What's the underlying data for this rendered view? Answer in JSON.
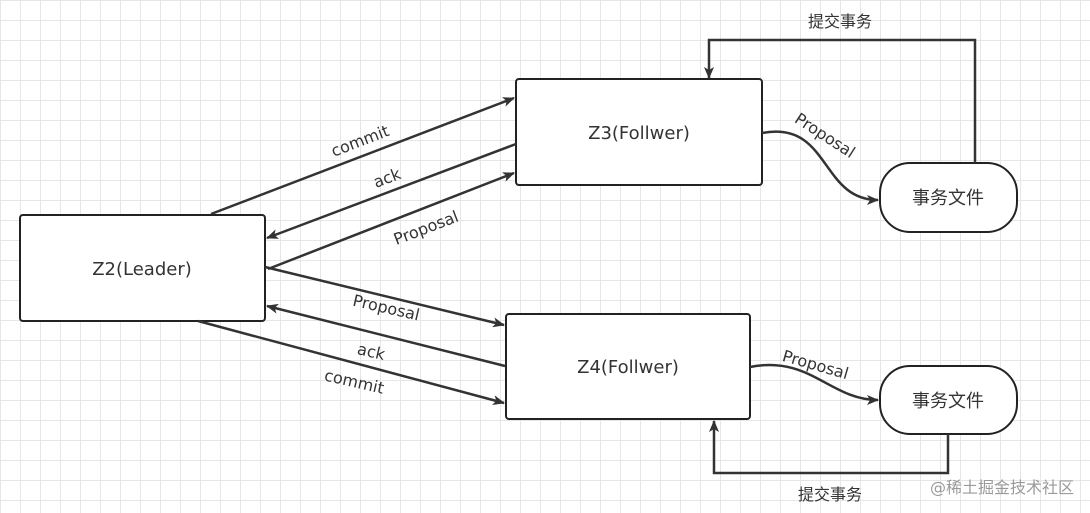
{
  "nodes": {
    "z2": "Z2(Leader)",
    "z3": "Z3(Follwer)",
    "z4": "Z4(Follwer)",
    "file_top": "事务文件",
    "file_bottom": "事务文件"
  },
  "edges": {
    "commit_top": "commit",
    "ack_top": "ack",
    "proposal_top": "Proposal",
    "proposal_bottom": "Proposal",
    "ack_bottom": "ack",
    "commit_bottom": "commit",
    "proposal_z3_file": "Proposal",
    "proposal_z4_file": "Proposal",
    "submit_top": "提交事务",
    "submit_bottom": "提交事务"
  },
  "watermark": "@稀土掘金技术社区"
}
